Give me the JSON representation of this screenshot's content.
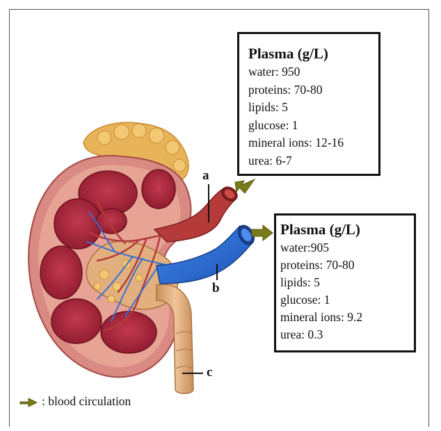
{
  "box_a": {
    "title": "Plasma (g/L)",
    "rows": [
      "water: 950",
      "proteins: 70-80",
      "lipids: 5",
      "glucose: 1",
      "mineral ions: 12-16",
      "urea: 6-7"
    ]
  },
  "box_b": {
    "title": "Plasma (g/L)",
    "rows": [
      "water:905",
      "proteins: 70-80",
      "lipids: 5",
      "glucose: 1",
      "mineral ions: 9.2",
      "urea: 0.3"
    ]
  },
  "labels": {
    "a": "a",
    "b": "b",
    "c": "c"
  },
  "legend": {
    "text": ": blood circulation",
    "icon": "olive-arrow-icon"
  },
  "colors": {
    "arrow": "#7a7a1a",
    "artery": "#b53a3a",
    "vein": "#2f6fd6",
    "cortex": "#d98a82",
    "medulla": "#a8233a",
    "fat": "#e8b45a",
    "ureter": "#e2b07e"
  }
}
